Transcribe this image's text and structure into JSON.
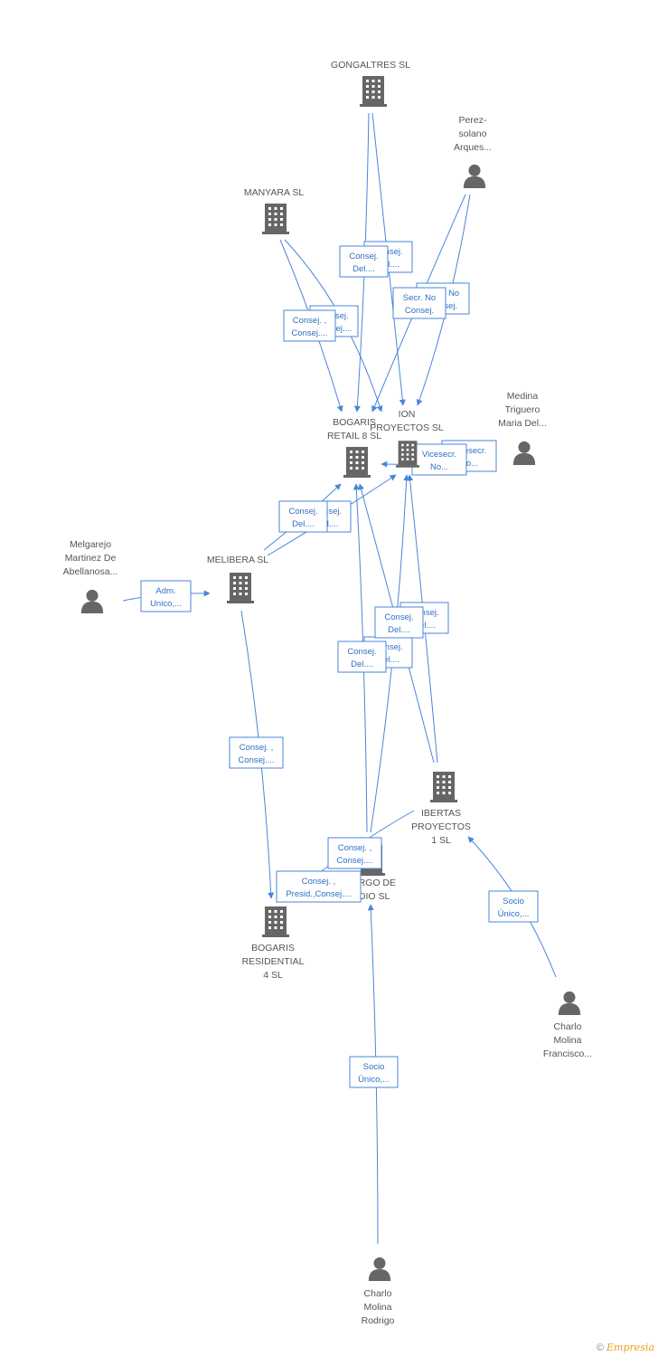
{
  "nodes": [
    {
      "id": "gongaltres",
      "type": "company",
      "label": [
        "GONGALTRES SL"
      ]
    },
    {
      "id": "perez",
      "type": "person",
      "label": [
        "Perez-",
        "solano",
        "Arques..."
      ]
    },
    {
      "id": "manyara",
      "type": "company",
      "label": [
        "MANYARA  SL"
      ]
    },
    {
      "id": "bogaris_retail",
      "type": "company",
      "label": [
        "BOGARIS",
        "RETAIL 8  SL"
      ]
    },
    {
      "id": "ion",
      "type": "company",
      "label": [
        "ION",
        "PROYECTOS SL"
      ]
    },
    {
      "id": "medina",
      "type": "person",
      "label": [
        "Medina",
        "Triguero",
        "Maria Del..."
      ]
    },
    {
      "id": "melgarejo",
      "type": "person",
      "label": [
        "Melgarejo",
        "Martinez De",
        "Abellanosa..."
      ]
    },
    {
      "id": "melibera",
      "type": "company",
      "label": [
        "MELIBERA SL"
      ]
    },
    {
      "id": "ibertas",
      "type": "company",
      "label": [
        "IBERTAS",
        "PROYECTOS",
        "1 SL"
      ]
    },
    {
      "id": "burgo",
      "type": "company",
      "label": [
        "BURGO DE",
        "ODIO SL"
      ]
    },
    {
      "id": "bogaris_res",
      "type": "company",
      "label": [
        "BOGARIS",
        "RESIDENTIAL",
        "4 SL"
      ]
    },
    {
      "id": "charlo_f",
      "type": "person",
      "label": [
        "Charlo",
        "Molina",
        "Francisco..."
      ]
    },
    {
      "id": "charlo_r",
      "type": "person",
      "label": [
        "Charlo",
        "Molina",
        "Rodrigo"
      ]
    }
  ],
  "edge_labels": [
    {
      "id": "gon-ion",
      "text": [
        "Consej.",
        "Del...."
      ]
    },
    {
      "id": "gon-ret",
      "text": [
        "Consej.",
        "Del...."
      ]
    },
    {
      "id": "man-ion",
      "text": [
        "Consej.",
        "Consej...."
      ]
    },
    {
      "id": "man-ret",
      "text": [
        "Consej. ,",
        "Consej...."
      ]
    },
    {
      "id": "per-ion",
      "text": [
        "Secr.  No",
        "Consej."
      ]
    },
    {
      "id": "per-ret",
      "text": [
        "Secr.  No",
        "Consej."
      ]
    },
    {
      "id": "med-ion",
      "text": [
        "Vicesecr.",
        "No..."
      ]
    },
    {
      "id": "med-ret",
      "text": [
        "Vicesecr.",
        "No..."
      ]
    },
    {
      "id": "mel-ret",
      "text": [
        "Consej.",
        "Del...."
      ]
    },
    {
      "id": "mel-ion",
      "text": [
        "Consej.",
        "Del...."
      ]
    },
    {
      "id": "melg-mel",
      "text": [
        "Adm.",
        "Unico,..."
      ]
    },
    {
      "id": "ibe-ion",
      "text": [
        "Consej.",
        "Del...."
      ]
    },
    {
      "id": "ibe-ret",
      "text": [
        "Consej.",
        "Del...."
      ]
    },
    {
      "id": "bur-ion",
      "text": [
        "Consej.",
        "Del...."
      ]
    },
    {
      "id": "bur-ret",
      "text": [
        "Consej.",
        "Del...."
      ]
    },
    {
      "id": "mel-res",
      "text": [
        "Consej. ,",
        "Consej...."
      ]
    },
    {
      "id": "ibe-res",
      "text": [
        "Consej. ,",
        "Consej...."
      ]
    },
    {
      "id": "bur-res",
      "text": [
        "Consej. ,",
        "Presid.,Consej...."
      ]
    },
    {
      "id": "chf-ibe",
      "text": [
        "Socio",
        "Único,..."
      ]
    },
    {
      "id": "chr-bur",
      "text": [
        "Socio",
        "Único,..."
      ]
    }
  ],
  "footer": {
    "copyright": "©",
    "brand": "Empresia"
  }
}
